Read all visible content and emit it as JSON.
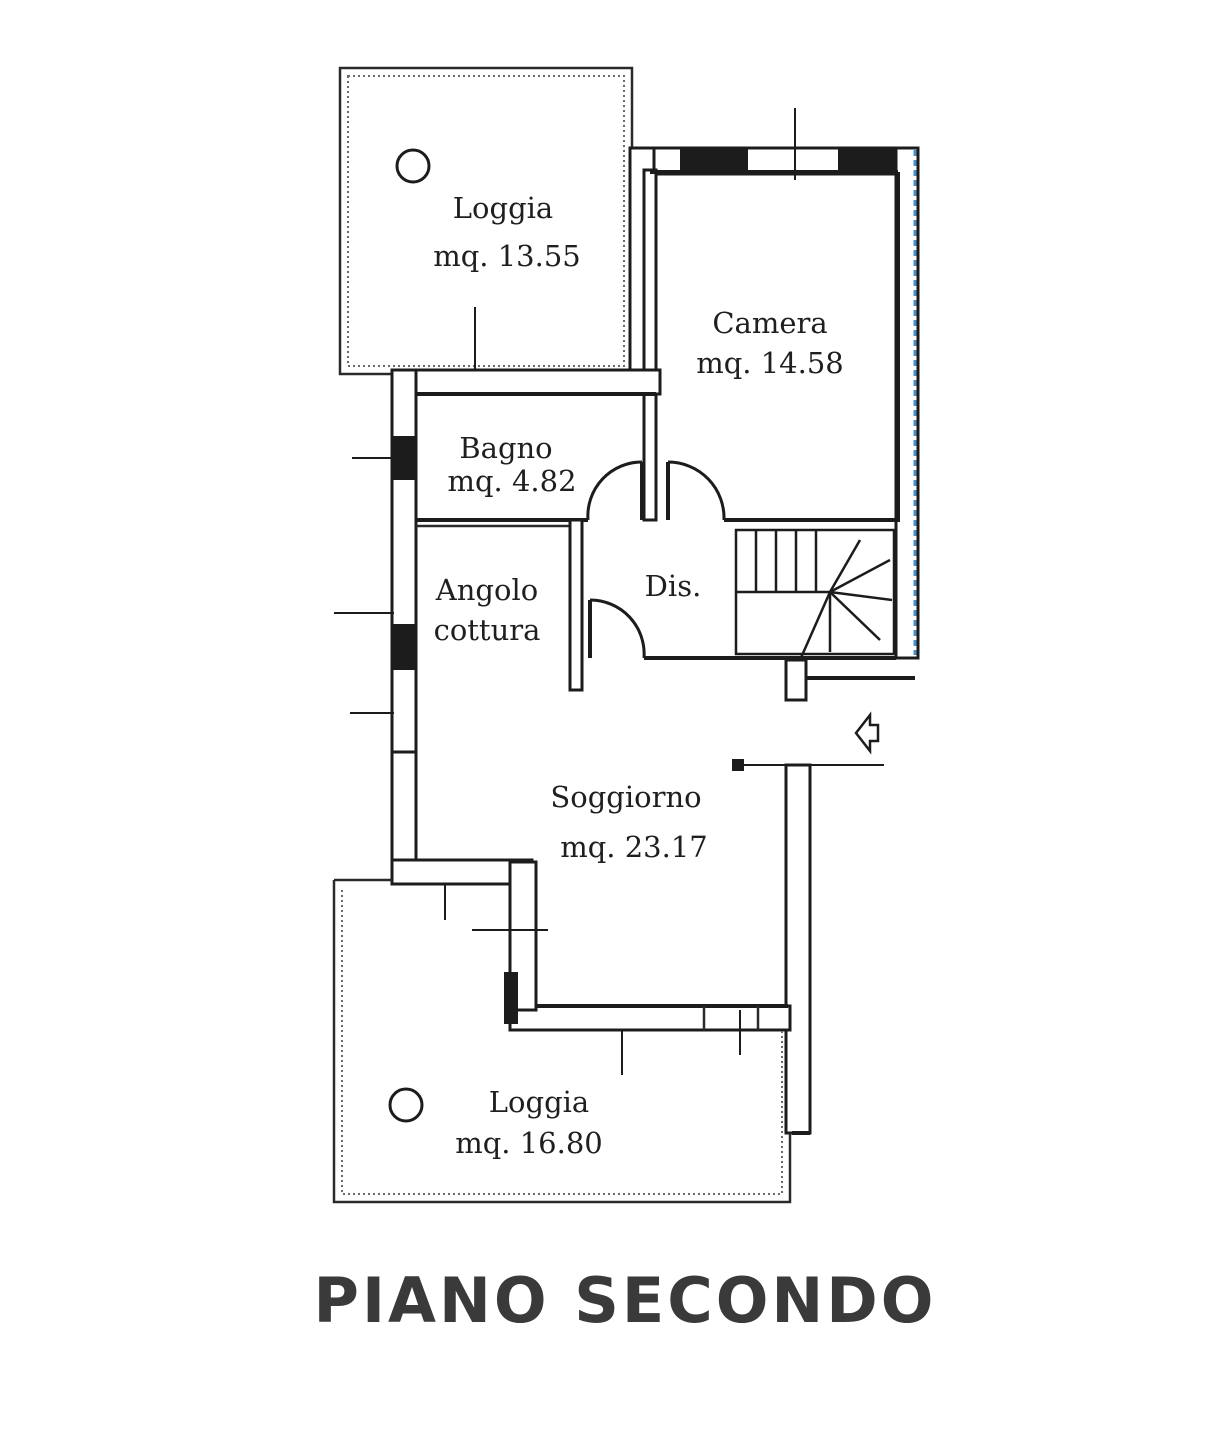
{
  "rooms": {
    "loggia_top": {
      "name": "Loggia",
      "area": "mq. 13.55"
    },
    "camera": {
      "name": "Camera",
      "area": "mq. 14.58"
    },
    "bagno": {
      "name": "Bagno",
      "area": "mq. 4.82"
    },
    "angolo_cottura": {
      "line1": "Angolo",
      "line2": "cottura"
    },
    "dis": {
      "name": "Dis."
    },
    "soggiorno": {
      "name": "Soggiorno",
      "area": "mq. 23.17"
    },
    "loggia_bottom": {
      "name": "Loggia",
      "area": "mq. 16.80"
    }
  },
  "title": "PIANO SECONDO",
  "colors": {
    "walls": "#1c1c1c",
    "title": "#3a3a3a",
    "exterior_edge": "#4a90c8"
  },
  "icons": {
    "entrance": "entrance-arrow-icon",
    "column": "column-circle-icon",
    "staircase": "spiral-staircase-icon"
  }
}
